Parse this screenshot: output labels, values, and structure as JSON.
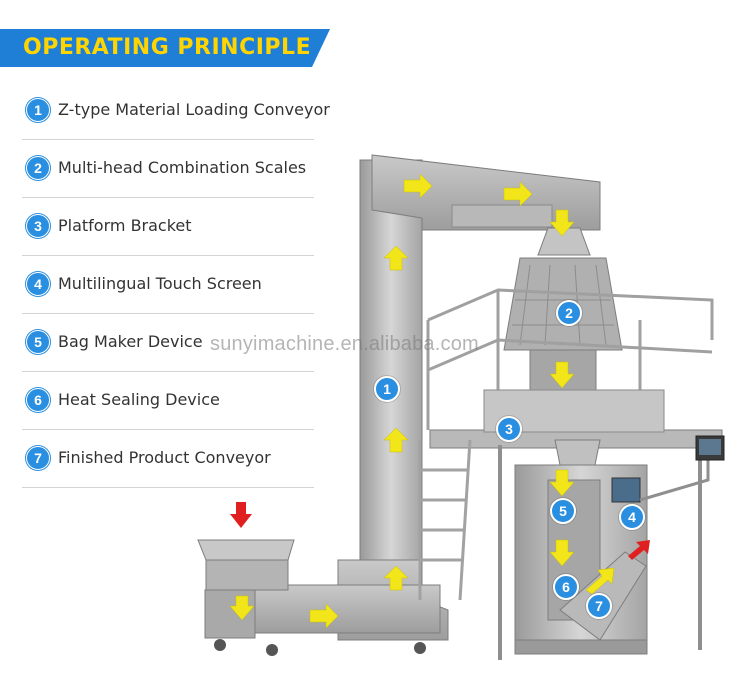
{
  "header": {
    "title": "OPERATING PRINCIPLE",
    "banner_color": "#1f7fd6",
    "title_color": "#ffd400"
  },
  "legend": [
    {
      "num": "1",
      "label": "Z-type Material Loading Conveyor"
    },
    {
      "num": "2",
      "label": "Multi-head Combination Scales"
    },
    {
      "num": "3",
      "label": "Platform Bracket"
    },
    {
      "num": "4",
      "label": "Multilingual Touch Screen"
    },
    {
      "num": "5",
      "label": "Bag Maker Device"
    },
    {
      "num": "6",
      "label": "Heat Sealing Device"
    },
    {
      "num": "7",
      "label": "Finished Product Conveyor"
    }
  ],
  "callouts": [
    "1",
    "2",
    "3",
    "4",
    "5",
    "6",
    "7"
  ],
  "watermark": "sunyimachine.en.alibaba.com",
  "badge_color": "#2a8fe0",
  "arrow_yellow": "#f2e61a",
  "arrow_red": "#e02020"
}
